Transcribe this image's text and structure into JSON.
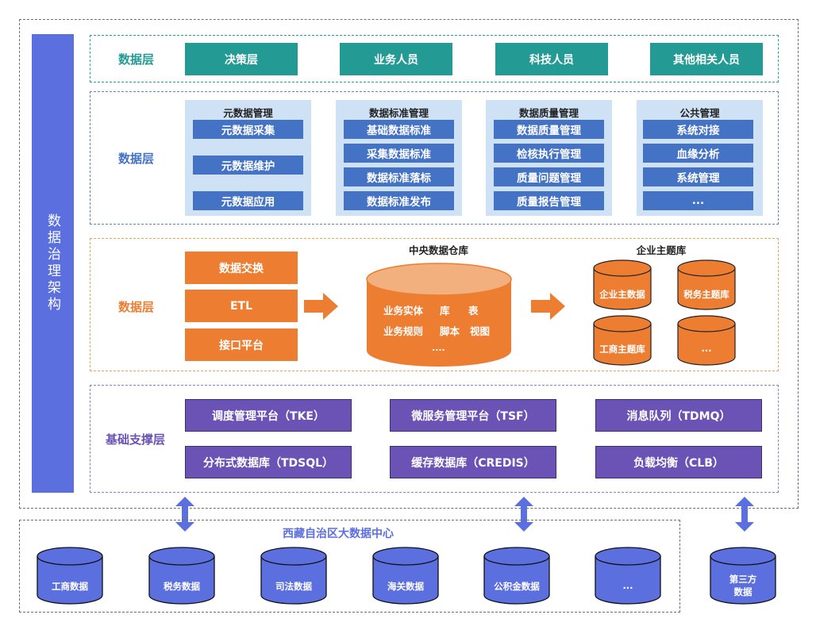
{
  "sidebar": {
    "title": "数据治理架构"
  },
  "row1": {
    "label": "数据层",
    "items": [
      "决策层",
      "业务人员",
      "科技人员",
      "其他相关人员"
    ]
  },
  "row2": {
    "label": "数据层",
    "panels": [
      {
        "title": "元数据管理",
        "items": [
          "元数据采集",
          "元数据维护",
          "元数据应用"
        ]
      },
      {
        "title": "数据标准管理",
        "items": [
          "基础数据标准",
          "采集数据标准",
          "数据标准落标",
          "数据标准发布"
        ]
      },
      {
        "title": "数据质量管理",
        "items": [
          "数据质量管理",
          "检核执行管理",
          "质量问题管理",
          "质量报告管理"
        ]
      },
      {
        "title": "公共管理",
        "items": [
          "系统对接",
          "血缘分析",
          "系统管理",
          "..."
        ]
      }
    ]
  },
  "row3": {
    "label": "数据层",
    "sources": [
      "数据交换",
      "ETL",
      "接口平台"
    ],
    "warehouse": {
      "title": "中央数据仓库",
      "line1": [
        "业务实体",
        "库",
        "表"
      ],
      "line2": [
        "业务规则",
        "脚本",
        "视图"
      ],
      "line3": "...."
    },
    "themes": {
      "title": "企业主题库",
      "items": [
        "企业主数据",
        "税务主题库",
        "工商主题库",
        "..."
      ]
    }
  },
  "row4": {
    "label": "基础支撑层",
    "items": [
      "调度管理平台（TKE）",
      "微服务管理平台（TSF）",
      "消息队列（TDMQ）",
      "分布式数据库（TDSQL）",
      "缓存数据库（CREDIS）",
      "负载均衡（CLB）"
    ]
  },
  "bottom": {
    "title": "西藏自治区大数据中心",
    "items": [
      "工商数据",
      "税务数据",
      "司法数据",
      "海关数据",
      "公积金数据",
      "..."
    ],
    "third_party": [
      "第三方",
      "数据"
    ]
  },
  "colors": {
    "teal": "#239a94",
    "blue": "#4472c4",
    "light_blue": "#cfe2f5",
    "orange": "#ed7d31",
    "orange_top": "#f2b07f",
    "purple": "#6a53b4",
    "indigo": "#5b6fdf"
  }
}
